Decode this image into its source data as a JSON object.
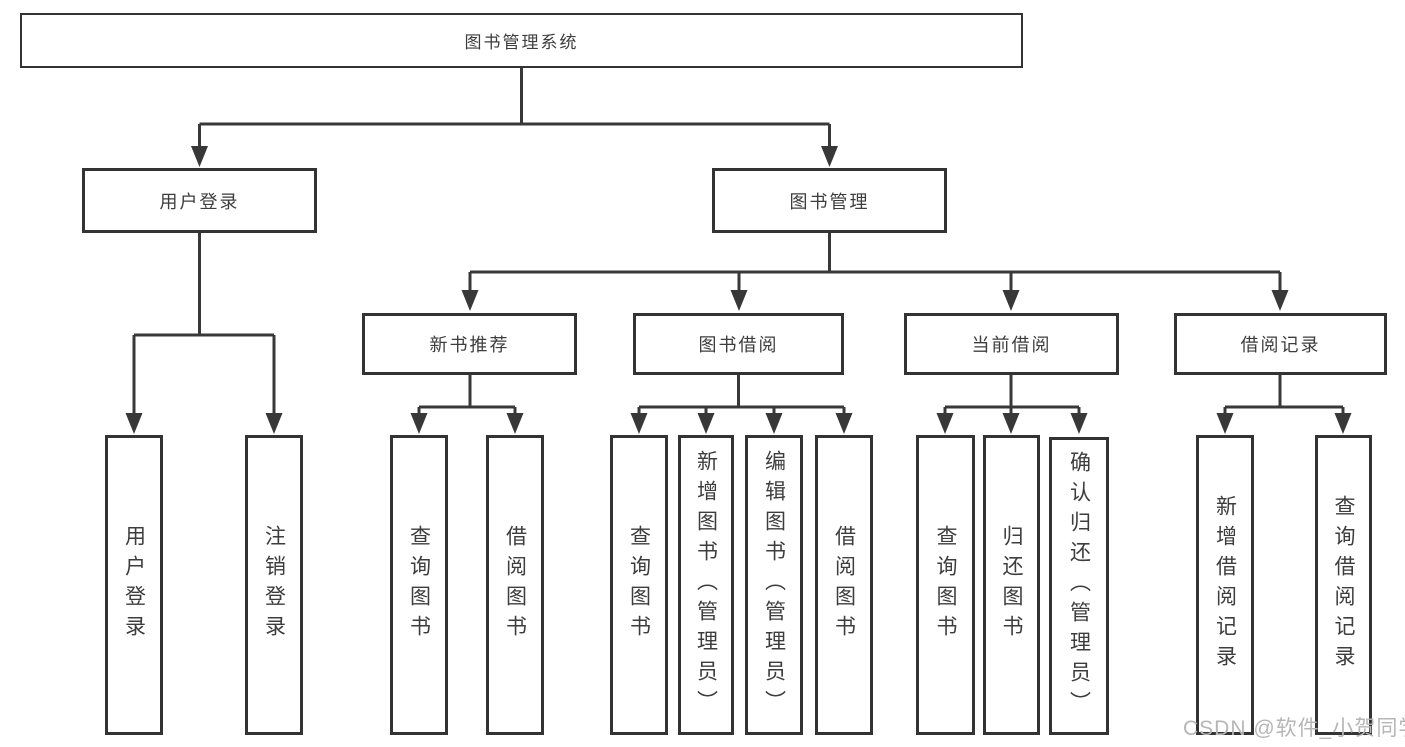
{
  "diagram": {
    "title": "图书管理系统",
    "nodes": {
      "root": {
        "label": "图书管理系统"
      },
      "user_login": {
        "label": "用户登录"
      },
      "book_mgmt": {
        "label": "图书管理"
      },
      "new_book_rec": {
        "label": "新书推荐"
      },
      "book_borrow": {
        "label": "图书借阅"
      },
      "current_borrow": {
        "label": "当前借阅"
      },
      "borrow_records": {
        "label": "借阅记录"
      },
      "leaf_user_login": {
        "label": "用户登录"
      },
      "leaf_logout": {
        "label": "注销登录"
      },
      "leaf_query_book_1": {
        "label": "查询图书"
      },
      "leaf_borrow_book_1": {
        "label": "借阅图书"
      },
      "leaf_query_book_2": {
        "label": "查询图书"
      },
      "leaf_add_book": {
        "label": "新增图书（管理员）"
      },
      "leaf_edit_book": {
        "label": "编辑图书（管理员）"
      },
      "leaf_borrow_book_2": {
        "label": "借阅图书"
      },
      "leaf_query_book_3": {
        "label": "查询图书"
      },
      "leaf_return_book": {
        "label": "归还图书"
      },
      "leaf_confirm_return": {
        "label": "确认归还（管理员）"
      },
      "leaf_add_record": {
        "label": "新增借阅记录"
      },
      "leaf_query_record": {
        "label": "查询借阅记录"
      }
    },
    "hierarchy": {
      "图书管理系统": {
        "用户登录": [
          "用户登录",
          "注销登录"
        ],
        "图书管理": {
          "新书推荐": [
            "查询图书",
            "借阅图书"
          ],
          "图书借阅": [
            "查询图书",
            "新增图书（管理员）",
            "编辑图书（管理员）",
            "借阅图书"
          ],
          "当前借阅": [
            "查询图书",
            "归还图书",
            "确认归还（管理员）"
          ],
          "借阅记录": [
            "新增借阅记录",
            "查询借阅记录"
          ]
        }
      }
    }
  },
  "watermark": {
    "text": "CSDN @软件_小贺同学"
  },
  "colors": {
    "line": "#383838",
    "box_border": "#333333",
    "text": "#3d3d3d",
    "watermark": "#b6b6b6",
    "background": "#ffffff"
  }
}
